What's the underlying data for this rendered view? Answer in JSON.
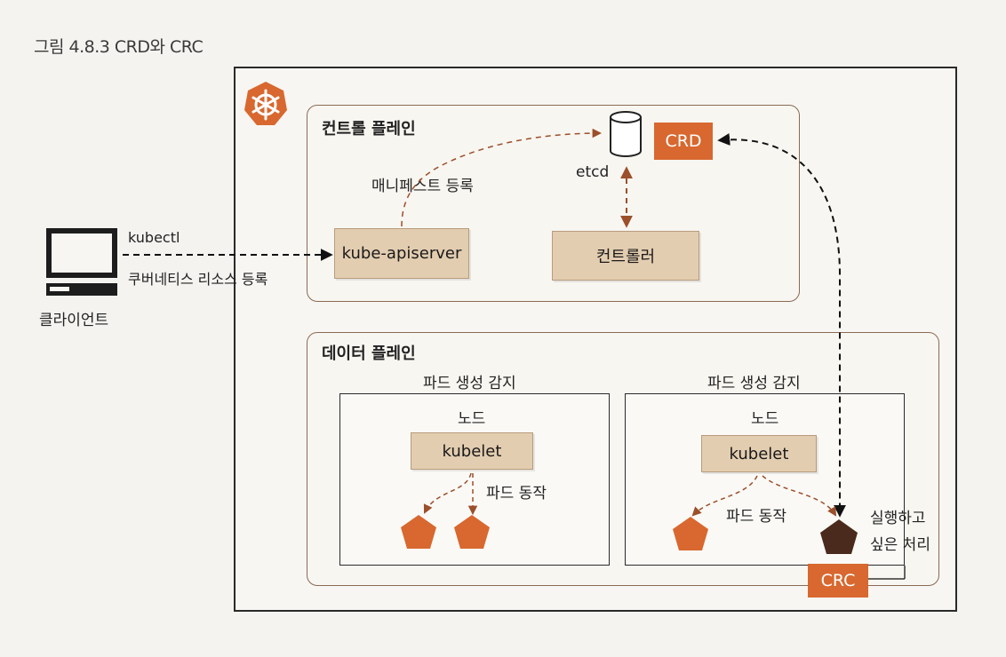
{
  "caption": "그림 4.8.3 CRD와 CRC",
  "client": {
    "label": "클라이언트",
    "kubectl_label": "kubectl",
    "register_label": "쿠버네티스 리소스 등록"
  },
  "control_plane": {
    "title": "컨트롤 플레인",
    "manifest_label": "매니페스트 등록",
    "etcd_label": "etcd",
    "crd_label": "CRD",
    "apiserver_label": "kube-apiserver",
    "controller_label": "컨트롤러"
  },
  "data_plane": {
    "title": "데이터 플레인",
    "nodes": [
      {
        "watch_label": "파드 생성 감지",
        "node_label": "노드",
        "kubelet_label": "kubelet",
        "pod_action_label": "파드 동작"
      },
      {
        "watch_label": "파드 생성 감지",
        "node_label": "노드",
        "kubelet_label": "kubelet",
        "pod_action_label": "파드 동작",
        "custom_process_line1": "실행하고",
        "custom_process_line2": "싶은 처리",
        "crc_label": "CRC"
      }
    ]
  },
  "colors": {
    "accent_orange": "#d8682f",
    "tan_box": "#e3cdb0",
    "dark_pod": "#4a2a1c",
    "arrow_brown": "#9b4f2a"
  }
}
